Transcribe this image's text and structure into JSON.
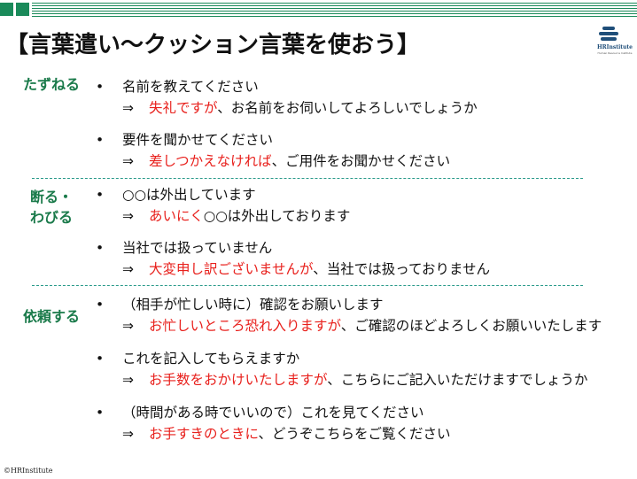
{
  "title": "【言葉遣い～クッション言葉を使おう】",
  "logo": {
    "name": "HRInstitute",
    "sub": "Human Resource Institute"
  },
  "arrow": "⇒",
  "bullet": "•",
  "categories": {
    "ask": "たずねる",
    "refuse_line1": "断る・",
    "refuse_line2": "わびる",
    "request": "依頼する"
  },
  "items": [
    {
      "main": "名前を教えてください",
      "cushion": "失礼ですが",
      "rest": "、お名前をお伺いしてよろしいでしょうか"
    },
    {
      "main": "要件を聞かせてください",
      "cushion": "差しつかえなければ",
      "rest": "、ご用件をお聞かせください"
    },
    {
      "main": "○○は外出しています",
      "cushion": "あいにく",
      "rest": "○○は外出しております"
    },
    {
      "main": "当社では扱っていません",
      "cushion": "大変申し訳ございませんが",
      "rest": "、当社では扱っておりません"
    },
    {
      "main": "（相手が忙しい時に）確認をお願いします",
      "cushion": "お忙しいところ恐れ入りますが",
      "rest": "、ご確認のほどよろしくお願いいたします"
    },
    {
      "main": "これを記入してもらえますか",
      "cushion": "お手数をおかけいたしますが",
      "rest": "、こちらにご記入いただけますでしょうか"
    },
    {
      "main": "（時間がある時でいいので）これを見てください",
      "cushion": "お手すきのときに",
      "rest": "、どうぞこちらをご覧ください"
    }
  ],
  "footer": "©HRInstitute",
  "colors": {
    "accent_green": "#1a8a5a",
    "cushion_red": "#e8201c",
    "category_green": "#1a7a4a"
  }
}
